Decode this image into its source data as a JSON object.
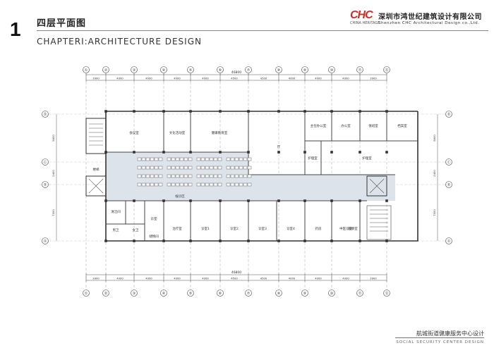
{
  "header": {
    "page_number": "1",
    "title": "四层平面图",
    "subtitle": "CHAPTERⅠ:ARCHITECTURE DESIGN"
  },
  "company": {
    "logo_mark": "CHC",
    "logo_sub": "CHINA HERITAGE",
    "name_cn": "深圳市鸿世纪建筑设计有限公司",
    "name_en": "Shenzhen CHC Architectural Design co.,Ltd."
  },
  "project": {
    "name_cn": "航城街道健康服务中心设计",
    "name_en": "SOCIAL SECURITY CENTER DESIGN"
  },
  "plan": {
    "grid_axes": [
      "①",
      "②",
      "③",
      "④",
      "⑤",
      "⑥",
      "⑦",
      "⑧",
      "⑨",
      "⑩",
      "⑪",
      "⑫"
    ],
    "row_axes": [
      "Ⓓ",
      "Ⓒ",
      "Ⓑ",
      "Ⓐ"
    ],
    "bay_dims": [
      "3900",
      "4000",
      "4000",
      "4000",
      "4000",
      "4500",
      "4500",
      "4000",
      "4000",
      "4000",
      "3900"
    ],
    "overall_dim": "46800",
    "row_dims": [
      "5600",
      "2400",
      "7000"
    ],
    "rooms": {
      "north_1": "会议室",
      "north_2": "文化活动室",
      "north_3": "健康教育室",
      "north_4": "厅",
      "north_5": "主任办公室",
      "north_6": "办公室",
      "north_7": "值班室",
      "north_8": "档案室",
      "mid_1": "护理室",
      "mid_2": "护理室",
      "stair_side": "楼梯",
      "waiting": "候诊区",
      "south_toilet_m": "男卫",
      "south_toilet_f": "女卫",
      "south_clean": "清洁间",
      "south_store": "储物间",
      "south_1": "诊室",
      "south_2": "治疗室",
      "south_3": "诊室1",
      "south_4": "诊室2",
      "south_5": "诊室3",
      "south_6": "诊室4",
      "south_7": "药房",
      "south_8": "中医诊室",
      "south_9": "观察室"
    }
  }
}
